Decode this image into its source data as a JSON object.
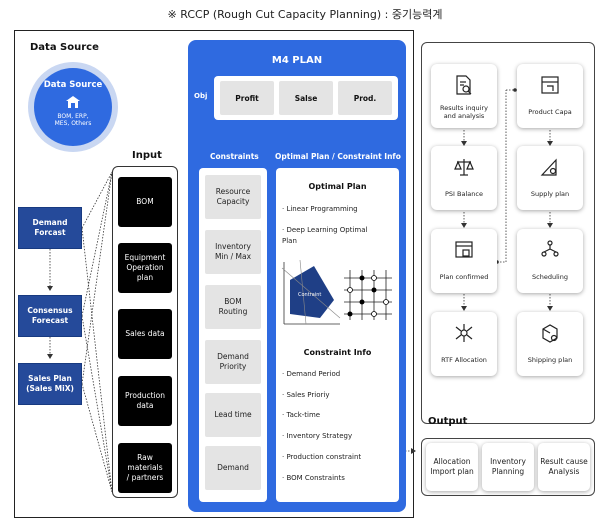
{
  "header_note": "※  RCCP (Rough Cut Capacity Planning) : 중기능력계",
  "data_source": {
    "section_title": "Data Source",
    "circle_title": "Data Source",
    "circle_sub_1": "BOM, ERP,",
    "circle_sub_2": "MES, Others"
  },
  "flow": [
    {
      "line1": "Demand",
      "line2": "Forcast"
    },
    {
      "line1": "Consensus",
      "line2": "Forecast"
    },
    {
      "line1": "Sales Plan",
      "line2": "(Sales MiX)"
    }
  ],
  "input": {
    "title": "Input",
    "items": [
      {
        "l1": "BOM",
        "l2": "",
        "l3": ""
      },
      {
        "l1": "Equipment",
        "l2": "Operation",
        "l3": "plan"
      },
      {
        "l1": "Sales data",
        "l2": "",
        "l3": ""
      },
      {
        "l1": "Production",
        "l2": "data",
        "l3": ""
      },
      {
        "l1": "Raw",
        "l2": "materials",
        "l3": "/ partners"
      }
    ]
  },
  "m4": {
    "title": "M4 PLAN",
    "obj_label": "Obj",
    "objectives": [
      "Profit",
      "Salse",
      "Prod."
    ],
    "constraints_head": "Constraints",
    "optimal_head": "Optimal Plan / Constraint Info",
    "constraints": [
      {
        "l1": "Resource",
        "l2": "Capacity"
      },
      {
        "l1": "Inventory",
        "l2": "Min / Max"
      },
      {
        "l1": "BOM",
        "l2": "Routing"
      },
      {
        "l1": "Demand",
        "l2": "Priority"
      },
      {
        "l1": "Lead time",
        "l2": ""
      },
      {
        "l1": "Demand",
        "l2": ""
      }
    ],
    "optimal_title": "Optimal Plan",
    "optimal_items": [
      "· Linear Programming",
      "· Deep Learning Optimal",
      "Plan"
    ],
    "chart_label": "Contraint",
    "constraint_title": "Constraint Info",
    "constraint_items": [
      "· Demand Period",
      "· Sales Prioriy",
      "· Tack-time",
      "· Inventory Strategy",
      "· Production constraint",
      "· BOM Constraints"
    ]
  },
  "right_cards": [
    {
      "l1": "Results inquiry",
      "l2": "and analysis",
      "icon": "document-search-icon"
    },
    {
      "l1": "Product Capa",
      "l2": "",
      "icon": "box-expand-icon"
    },
    {
      "l1": "PSI Balance",
      "l2": "",
      "icon": "balance-scale-icon"
    },
    {
      "l1": "Supply plan",
      "l2": "",
      "icon": "triangle-gear-icon"
    },
    {
      "l1": "Plan confirmed",
      "l2": "",
      "icon": "window-confirm-icon"
    },
    {
      "l1": "Scheduling",
      "l2": "",
      "icon": "hierarchy-gear-icon"
    },
    {
      "l1": "RTF Allocation",
      "l2": "",
      "icon": "network-node-icon"
    },
    {
      "l1": "Shipping plan",
      "l2": "",
      "icon": "box-gear-icon"
    }
  ],
  "output": {
    "title": "Output",
    "items": [
      {
        "l1": "Allocation",
        "l2": "Import plan"
      },
      {
        "l1": "Inventory",
        "l2": "Planning"
      },
      {
        "l1": "Result cause",
        "l2": "Analysis"
      }
    ]
  },
  "colors": {
    "accent": "#2f6ae0",
    "dark_blue": "#254a9a",
    "black": "#000000",
    "box_gray": "#e4e4e4"
  }
}
